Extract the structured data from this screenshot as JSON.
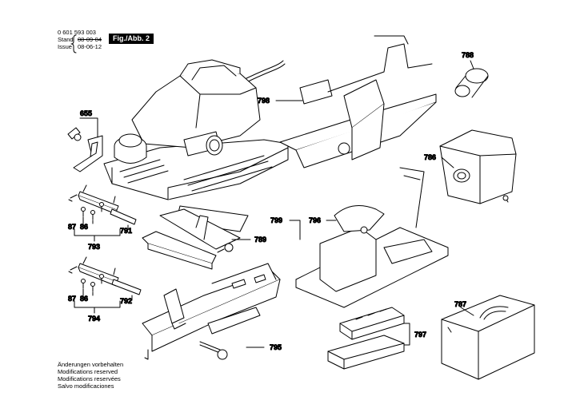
{
  "header": {
    "part_number": "0 601 593 003",
    "stand_label": "Stand",
    "stand_value": "08-09-04",
    "issue_label": "Issue",
    "issue_value": "08-06-12",
    "figure": "Fig./Abb. 2"
  },
  "labels": {
    "l655": "655",
    "l87a": "87",
    "l86a": "86",
    "l791": "791",
    "l793": "793",
    "l87b": "87",
    "l86b": "86",
    "l792": "792",
    "l794": "794",
    "l789": "789",
    "l795": "795",
    "l798": "798",
    "l788": "788",
    "l786": "786",
    "l799": "799",
    "l796": "796",
    "l787": "787",
    "l797": "797"
  },
  "footer": [
    "Änderungen vorbehalten",
    "Modifications reserved",
    "Modifications reservées",
    "Salvo modificaciones"
  ]
}
